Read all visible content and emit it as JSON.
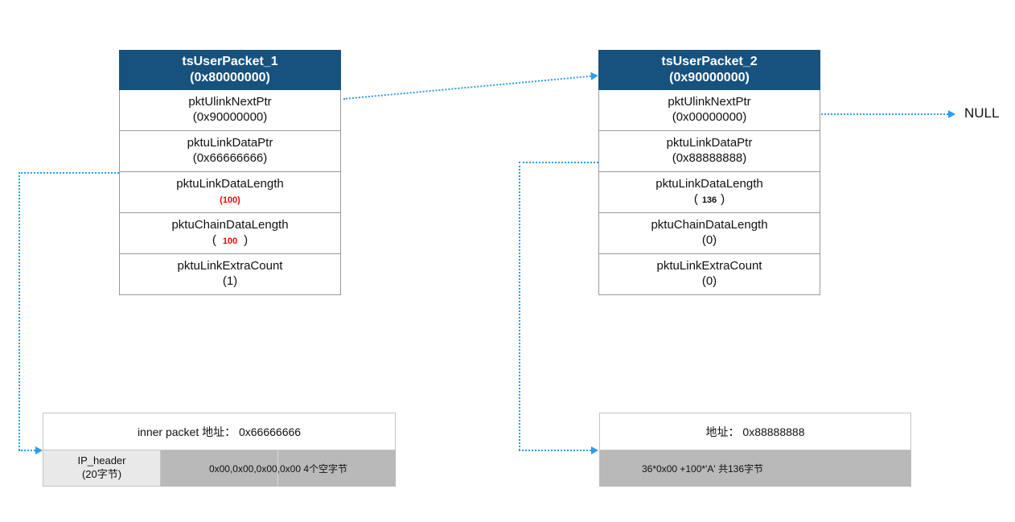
{
  "packet1": {
    "title_line1": "tsUserPacket_1",
    "title_line2": "(0x80000000)",
    "rows": [
      {
        "label": "pktUlinkNextPtr",
        "value": "(0x90000000)"
      },
      {
        "label": "pktuLinkDataPtr",
        "value": "(0x66666666)"
      },
      {
        "label": "pktuLinkDataLength",
        "value": "(100)"
      },
      {
        "label": "pktuChainDataLength",
        "open": "(",
        "num": "100",
        "close": ")"
      },
      {
        "label": "pktuLinkExtraCount",
        "value": "(1)"
      }
    ]
  },
  "packet2": {
    "title_line1": "tsUserPacket_2",
    "title_line2": "(0x90000000)",
    "rows": [
      {
        "label": "pktUlinkNextPtr",
        "value": "(0x00000000)"
      },
      {
        "label": "pktuLinkDataPtr",
        "value": "(0x88888888)"
      },
      {
        "label": "pktuLinkDataLength",
        "open": "(",
        "num": "136",
        "close": ")"
      },
      {
        "label": "pktuChainDataLength",
        "value": "(0)"
      },
      {
        "label": "pktuLinkExtraCount",
        "value": "(0)"
      }
    ]
  },
  "buffer1": {
    "title": "inner packet 地址： 0x66666666",
    "cell_left_line1": "IP_header",
    "cell_left_line2": "(20字节)",
    "cell_right": "0x00,0x00,0x00,0x00 4个空字节"
  },
  "buffer2": {
    "title": "地址： 0x88888888",
    "cell": "36*0x00 +100*'A' 共136字节"
  },
  "null_label": "NULL",
  "colors": {
    "header_bg": "#17527E",
    "arrow_blue": "#2B9CF2",
    "emphasis_red": "#FF0000",
    "cell_gray": "#B9B9B9",
    "cell_light": "#E9E9E9"
  }
}
